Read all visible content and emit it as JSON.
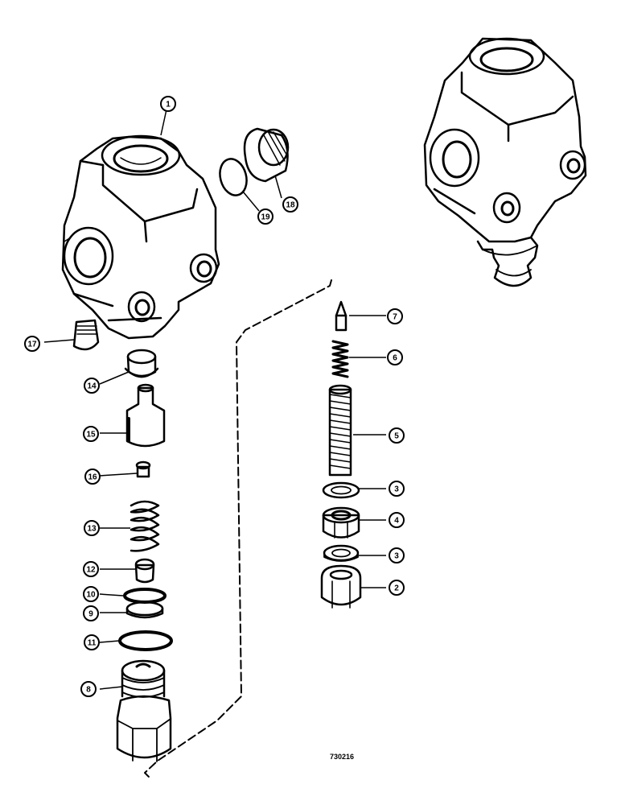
{
  "figure_number": "730216",
  "callouts": [
    {
      "id": "c1",
      "label": "1"
    },
    {
      "id": "c19",
      "label": "19"
    },
    {
      "id": "c18",
      "label": "18"
    },
    {
      "id": "c17",
      "label": "17"
    },
    {
      "id": "c14",
      "label": "14"
    },
    {
      "id": "c15",
      "label": "15"
    },
    {
      "id": "c16",
      "label": "16"
    },
    {
      "id": "c13",
      "label": "13"
    },
    {
      "id": "c12",
      "label": "12"
    },
    {
      "id": "c10",
      "label": "10"
    },
    {
      "id": "c9",
      "label": "9"
    },
    {
      "id": "c11",
      "label": "11"
    },
    {
      "id": "c8",
      "label": "8"
    },
    {
      "id": "c7",
      "label": "7"
    },
    {
      "id": "c6",
      "label": "6"
    },
    {
      "id": "c5",
      "label": "5"
    },
    {
      "id": "c3a",
      "label": "3"
    },
    {
      "id": "c4",
      "label": "4"
    },
    {
      "id": "c3b",
      "label": "3"
    },
    {
      "id": "c2",
      "label": "2"
    }
  ],
  "colors": {
    "ink": "#000000",
    "paper": "#ffffff"
  }
}
